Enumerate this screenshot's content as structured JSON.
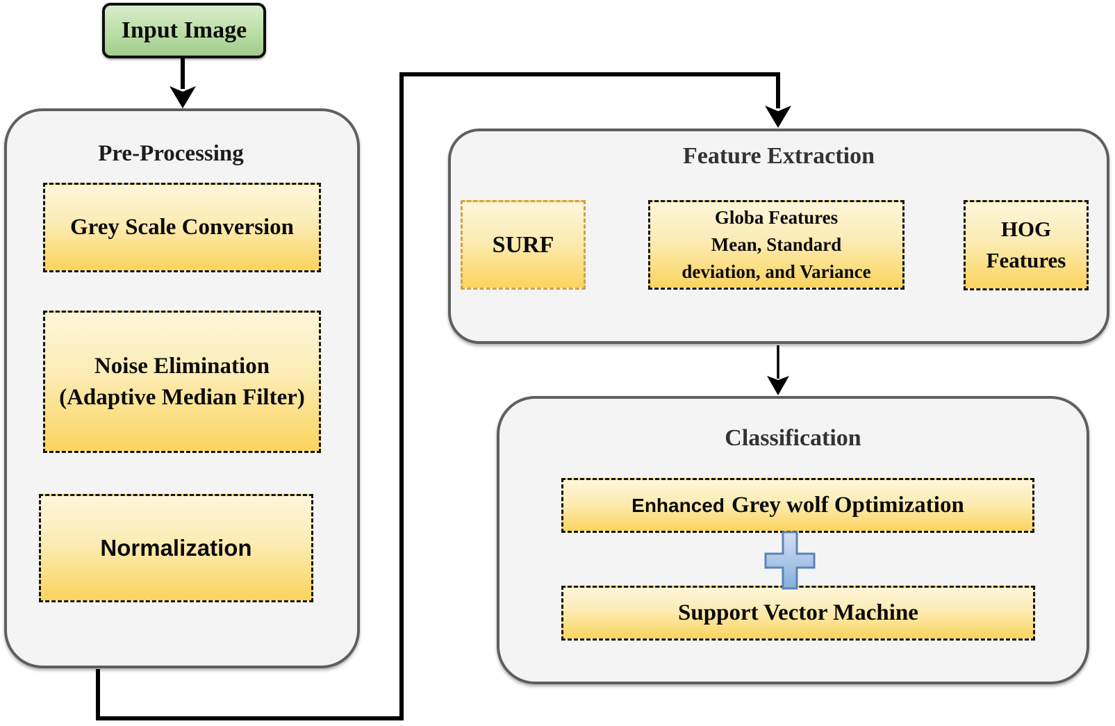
{
  "input_image": {
    "label": "Input Image"
  },
  "preprocessing": {
    "title": "Pre-Processing",
    "boxes": [
      {
        "label": "Grey Scale Conversion"
      },
      {
        "line1": "Noise Elimination",
        "line2": "(Adaptive Median Filter)"
      },
      {
        "label": "Normalization"
      }
    ]
  },
  "feature_extraction": {
    "title": "Feature Extraction",
    "surf_label": "SURF",
    "global_features": {
      "line1": "Globa Features",
      "line2": "Mean, Standard",
      "line3": "deviation, and Variance"
    },
    "hog": {
      "line1": "HOG",
      "line2": "Features"
    }
  },
  "classification": {
    "title": "Classification",
    "egwo_prefix": "Enhanced",
    "egwo_label": "Grey wolf Optimization",
    "plus_icon": "+",
    "svm_label": "Support Vector Machine"
  },
  "colors": {
    "container_fill": "#f4f4f4",
    "container_border": "#5f5f5f",
    "process_box_top": "#fdf6da",
    "process_box_bottom": "#fbd45e",
    "process_box_border": "#141414",
    "surf_box_border": "#d2a14a",
    "input_box_top": "#d8ecca",
    "input_box_bottom": "#9fcc8b",
    "input_box_border": "#0e0e0e",
    "plus_fill_top": "#d3e0f3",
    "plus_fill_bottom": "#86aedd",
    "plus_border": "#5b83b8",
    "arrow_color": "#000000"
  }
}
